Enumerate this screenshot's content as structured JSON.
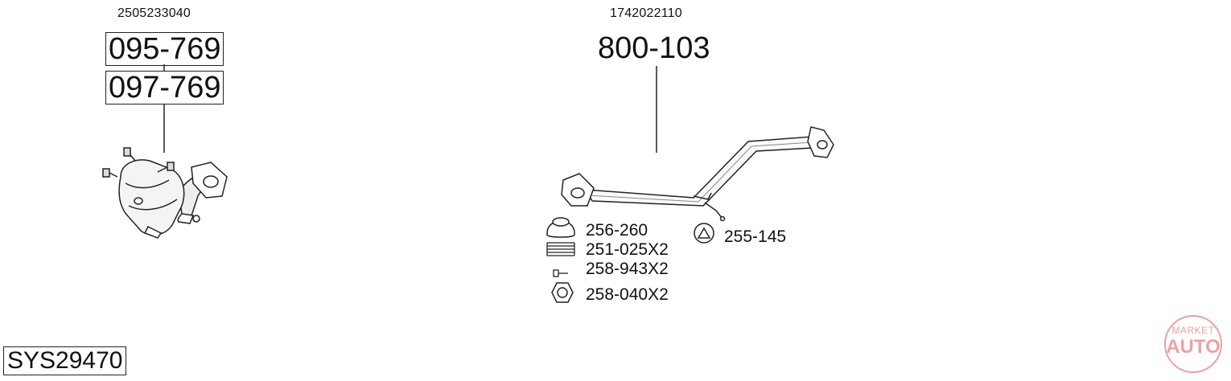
{
  "left_assembly": {
    "oem_number": "2505233040",
    "part_numbers": [
      "095-769",
      "097-769"
    ]
  },
  "right_assembly": {
    "oem_number": "1742022110",
    "part_number": "800-103",
    "accessories": [
      {
        "label": "256-260",
        "icon": "gasket-ring-icon"
      },
      {
        "label": "251-025X2",
        "icon": "spring-icon"
      },
      {
        "label": "258-943X2",
        "icon": "bolt-icon"
      },
      {
        "label": "258-040X2",
        "icon": "hex-nut-icon"
      },
      {
        "label": "255-145",
        "icon": "rubber-hanger-icon"
      }
    ]
  },
  "system_id": "SYS29470",
  "watermark": {
    "line1": "MARKET",
    "line2": "AUTO"
  }
}
